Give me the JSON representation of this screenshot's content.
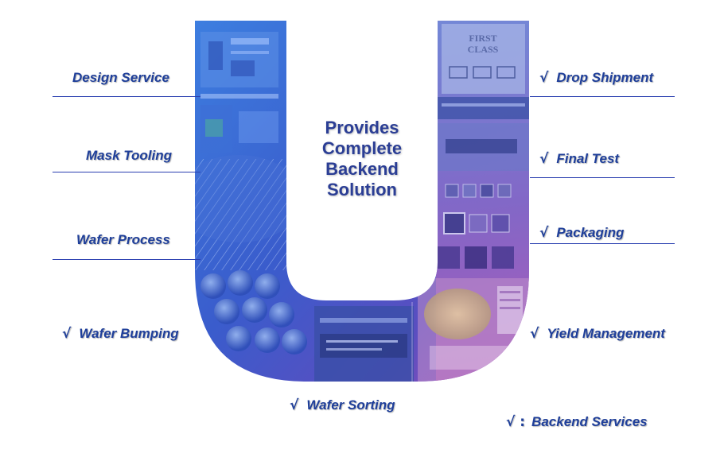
{
  "center_title": [
    "Provides",
    "Complete",
    "Backend",
    "Solution"
  ],
  "left_items": [
    {
      "label": "Design Service",
      "checked": false
    },
    {
      "label": "Mask Tooling",
      "checked": false
    },
    {
      "label": "Wafer Process",
      "checked": false
    },
    {
      "label": "Wafer Bumping",
      "checked": true
    }
  ],
  "right_items": [
    {
      "label": "Drop Shipment",
      "checked": true
    },
    {
      "label": "Final Test",
      "checked": true
    },
    {
      "label": "Packaging",
      "checked": true
    },
    {
      "label": "Yield Management",
      "checked": true
    }
  ],
  "bottom_item": {
    "label": "Wafer Sorting",
    "checked": true
  },
  "legend": {
    "mark": "√ :",
    "label": "Backend Services"
  },
  "check_mark": "√",
  "u_photo_text": [
    "FIRST",
    "CLASS"
  ],
  "colors": {
    "label_text": "#1f3f9a",
    "rule_line": "#2a3fb0",
    "u_blue": "#2d5fd0",
    "u_purple": "#8a3fb8"
  }
}
